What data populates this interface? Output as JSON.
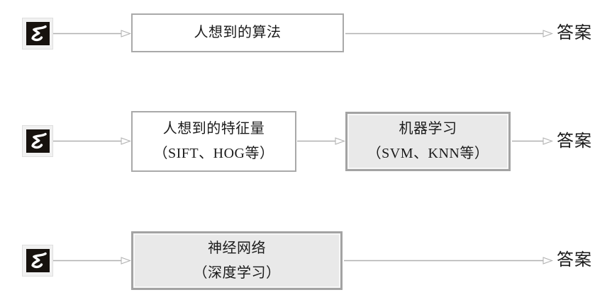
{
  "figure": {
    "description": "Three approaches from input image to answer",
    "colors": {
      "box_border": "#a9a9a9",
      "shaded_box_border": "#a3a3a3",
      "shaded_box_fill": "#e9e9e9",
      "plain_box_fill": "#ffffff",
      "arrow": "#b0b0b0",
      "text": "#1b1b1b",
      "digit_background": "#17120e",
      "digit_stroke": "#ffffff"
    },
    "rows": [
      {
        "input_icon": "handwritten-digit-5-icon",
        "boxes": [
          {
            "style": "plain",
            "lines": [
              "人想到的算法"
            ]
          }
        ],
        "answer": "答案"
      },
      {
        "input_icon": "handwritten-digit-5-icon",
        "boxes": [
          {
            "style": "plain",
            "lines": [
              "人想到的特征量",
              "（SIFT、HOG等）"
            ]
          },
          {
            "style": "shaded",
            "lines": [
              "机器学习",
              "（SVM、KNN等）"
            ]
          }
        ],
        "answer": "答案"
      },
      {
        "input_icon": "handwritten-digit-5-icon",
        "boxes": [
          {
            "style": "shaded",
            "lines": [
              "神经网络",
              "（深度学习）"
            ]
          }
        ],
        "answer": "答案"
      }
    ]
  }
}
